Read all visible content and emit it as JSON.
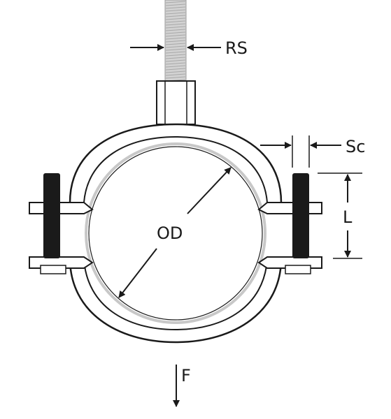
{
  "labels": {
    "rs": "RS",
    "sc": "Sc",
    "l": "L",
    "od": "OD",
    "f": "F"
  },
  "colors": {
    "line": "#1a1a1a",
    "rod": "#d2d2d2",
    "rod_thread": "#a8a8a8",
    "pipe_edge": "#c8c8c8",
    "bolt": "#1a1a1a",
    "background": "#ffffff"
  }
}
